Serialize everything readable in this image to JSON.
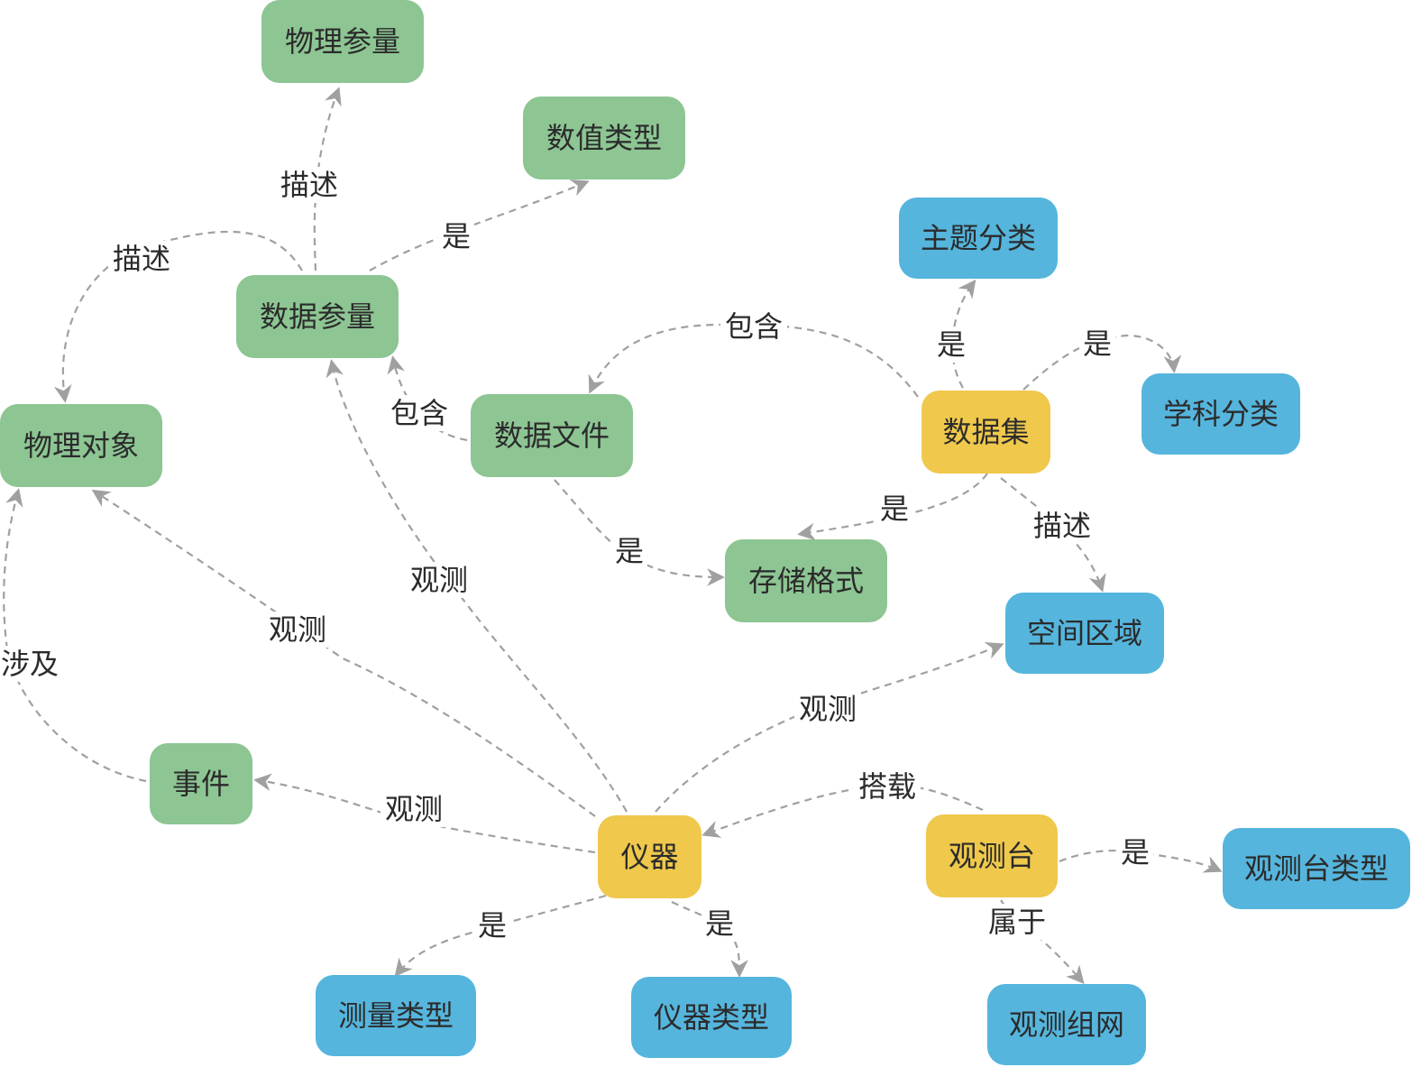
{
  "colors": {
    "green": "#8dc593",
    "blue": "#55b5dd",
    "yellow": "#efc84c",
    "edge": "#a0a0a0",
    "text": "#2b2b2b"
  },
  "nodes": [
    {
      "id": "wulicanliang",
      "label": "物理参量",
      "color": "green"
    },
    {
      "id": "shuzhileixing",
      "label": "数值类型",
      "color": "green"
    },
    {
      "id": "shujucanliang",
      "label": "数据参量",
      "color": "green"
    },
    {
      "id": "wuliduixiang",
      "label": "物理对象",
      "color": "green"
    },
    {
      "id": "shujuwenjian",
      "label": "数据文件",
      "color": "green"
    },
    {
      "id": "cunchugeshi",
      "label": "存储格式",
      "color": "green"
    },
    {
      "id": "shijian",
      "label": "事件",
      "color": "green"
    },
    {
      "id": "zhutifenlei",
      "label": "主题分类",
      "color": "blue"
    },
    {
      "id": "xuekefenlei",
      "label": "学科分类",
      "color": "blue"
    },
    {
      "id": "kongjianquyu",
      "label": "空间区域",
      "color": "blue"
    },
    {
      "id": "guancetaileixing",
      "label": "观测台类型",
      "color": "blue"
    },
    {
      "id": "celiangleixing",
      "label": "测量类型",
      "color": "blue"
    },
    {
      "id": "yiqileixing",
      "label": "仪器类型",
      "color": "blue"
    },
    {
      "id": "guancezuwang",
      "label": "观测组网",
      "color": "blue"
    },
    {
      "id": "shujuji",
      "label": "数据集",
      "color": "yellow"
    },
    {
      "id": "yiqi",
      "label": "仪器",
      "color": "yellow"
    },
    {
      "id": "guancetai",
      "label": "观测台",
      "color": "yellow"
    }
  ],
  "edges": [
    {
      "id": "e1",
      "from": "shujucanliang",
      "to": "wulicanliang",
      "label": "描述"
    },
    {
      "id": "e2",
      "from": "shujucanliang",
      "to": "shuzhileixing",
      "label": "是"
    },
    {
      "id": "e3",
      "from": "shujucanliang",
      "to": "wuliduixiang",
      "label": "描述"
    },
    {
      "id": "e4",
      "from": "shujuwenjian",
      "to": "shujucanliang",
      "label": "包含"
    },
    {
      "id": "e5",
      "from": "shujuji",
      "to": "shujuwenjian",
      "label": "包含"
    },
    {
      "id": "e6",
      "from": "shujuji",
      "to": "zhutifenlei",
      "label": "是"
    },
    {
      "id": "e7",
      "from": "shujuji",
      "to": "xuekefenlei",
      "label": "是"
    },
    {
      "id": "e8",
      "from": "shujuji",
      "to": "cunchugeshi",
      "label": "是"
    },
    {
      "id": "e9",
      "from": "shujuwenjian",
      "to": "cunchugeshi",
      "label": "是"
    },
    {
      "id": "e10",
      "from": "shujuji",
      "to": "kongjianquyu",
      "label": "描述"
    },
    {
      "id": "e11",
      "from": "yiqi",
      "to": "shujucanliang",
      "label": "观测"
    },
    {
      "id": "e12",
      "from": "yiqi",
      "to": "wuliduixiang",
      "label": "观测"
    },
    {
      "id": "e13",
      "from": "shijian",
      "to": "wuliduixiang",
      "label": "涉及"
    },
    {
      "id": "e14",
      "from": "yiqi",
      "to": "shijian",
      "label": "观测"
    },
    {
      "id": "e15",
      "from": "yiqi",
      "to": "kongjianquyu",
      "label": "观测"
    },
    {
      "id": "e16",
      "from": "guancetai",
      "to": "yiqi",
      "label": "搭载"
    },
    {
      "id": "e17",
      "from": "guancetai",
      "to": "guancetaileixing",
      "label": "是"
    },
    {
      "id": "e18",
      "from": "yiqi",
      "to": "celiangleixing",
      "label": "是"
    },
    {
      "id": "e19",
      "from": "yiqi",
      "to": "yiqileixing",
      "label": "是"
    },
    {
      "id": "e20",
      "from": "guancetai",
      "to": "guancezuwang",
      "label": "属于"
    }
  ]
}
